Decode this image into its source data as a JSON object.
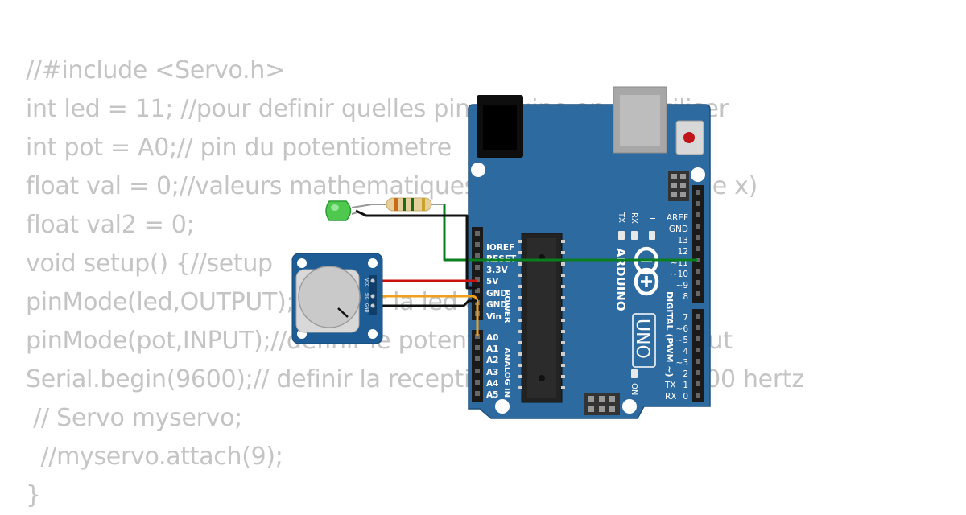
{
  "code_lines": [
    "//#include <Servo.h>",
    "int led = 11; //pour definir quelles pin arduino on va utiliser",
    "int pot = A0;// pin du potentiometre",
    "float val = 0;//valeurs mathematiques (pour definir comme x)",
    "float val2 = 0;",
    "void setup() {//setup",
    "pinMode(led,OUTPUT);//definir la led comme output",
    "pinMode(pot,INPUT);//definir le potentiometre comme input",
    "Serial.begin(9600);// definir la reception de donnees a 9600 hertz",
    " // Servo myservo;",
    "  //myservo.attach(9);",
    "}"
  ],
  "board": {
    "brand": "ARDUINO",
    "model": "UNO",
    "power_header": {
      "title": "POWER",
      "pins": [
        "IOREF",
        "RESET",
        "3.3V",
        "5V",
        "GND",
        "GND",
        "Vin"
      ]
    },
    "analog_header": {
      "title": "ANALOG IN",
      "pins": [
        "A0",
        "A1",
        "A2",
        "A3",
        "A4",
        "A5"
      ]
    },
    "digital_title": "DIGITAL (PWM ~)",
    "digital_top_pins": [
      "AREF",
      "GND",
      "13",
      "12",
      "~11",
      "~10",
      "~9",
      "8"
    ],
    "digital_bottom_pins": [
      "7",
      "~6",
      "~5",
      "4",
      "~3",
      "2",
      "1",
      "0"
    ],
    "tx_rx_labels": [
      "TX",
      "RX"
    ],
    "led_labels": [
      "TX",
      "RX",
      "L"
    ],
    "on_label": "ON"
  },
  "potentiometer": {
    "pin_labels": [
      "VCC",
      "SIG",
      "GND"
    ]
  },
  "colors": {
    "board": "#2d6a9f",
    "wire_power": "#cc1111",
    "wire_ground": "#111111",
    "wire_signal": "#f0a01c",
    "wire_led": "#0a7d1e",
    "led": "#4ec94e",
    "pot_board": "#1d5c94"
  }
}
